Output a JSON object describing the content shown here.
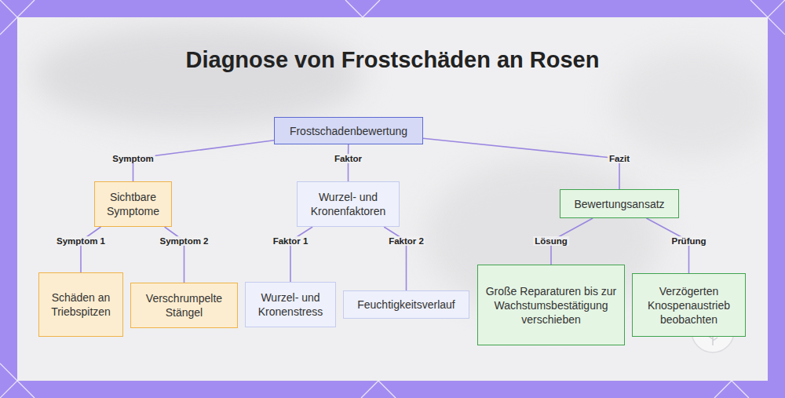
{
  "diagram": {
    "title": "Diagnose von Frostschäden an Rosen",
    "nodes": [
      {
        "text": [
          "Frostschadenbewertung"
        ]
      },
      {
        "text": [
          "Sichtbare Symptome"
        ]
      },
      {
        "text": [
          "Schäden an Triebspitzen"
        ]
      },
      {
        "text": [
          "Verschrumpelte Stängel"
        ]
      },
      {
        "text": [
          "Wurzel- und Kronenfaktoren"
        ]
      },
      {
        "text": [
          "Wurzel- und Kronenstress"
        ]
      },
      {
        "text": [
          "Feuchtigkeitsverlauf"
        ]
      },
      {
        "text": [
          "Bewertungsansatz"
        ]
      },
      {
        "text": [
          "Große Reparaturen bis zur Wachstumsbestätigung verschieben"
        ]
      },
      {
        "text": [
          "Verzögerten Knospenaustrieb beobachten"
        ]
      }
    ],
    "edges": [
      {
        "from": 0,
        "to": 1,
        "label": "Symptom",
        "arrow": "none"
      },
      {
        "from": 0,
        "to": 4,
        "label": "Faktor",
        "arrow": "none"
      },
      {
        "from": 0,
        "to": 7,
        "label": "Fazit",
        "arrow": "none"
      },
      {
        "from": 1,
        "to": 2,
        "label": "Symptom 1",
        "arrow": "none"
      },
      {
        "from": 1,
        "to": 3,
        "label": "Symptom 2",
        "arrow": "none"
      },
      {
        "from": 4,
        "to": 5,
        "label": "Faktor 1",
        "arrow": "none"
      },
      {
        "from": 4,
        "to": 6,
        "label": "Faktor 2",
        "arrow": "none"
      },
      {
        "from": 7,
        "to": 8,
        "label": "Lösung",
        "arrow": "none"
      },
      {
        "from": 7,
        "to": 9,
        "label": "Prüfung",
        "arrow": "none"
      }
    ]
  }
}
